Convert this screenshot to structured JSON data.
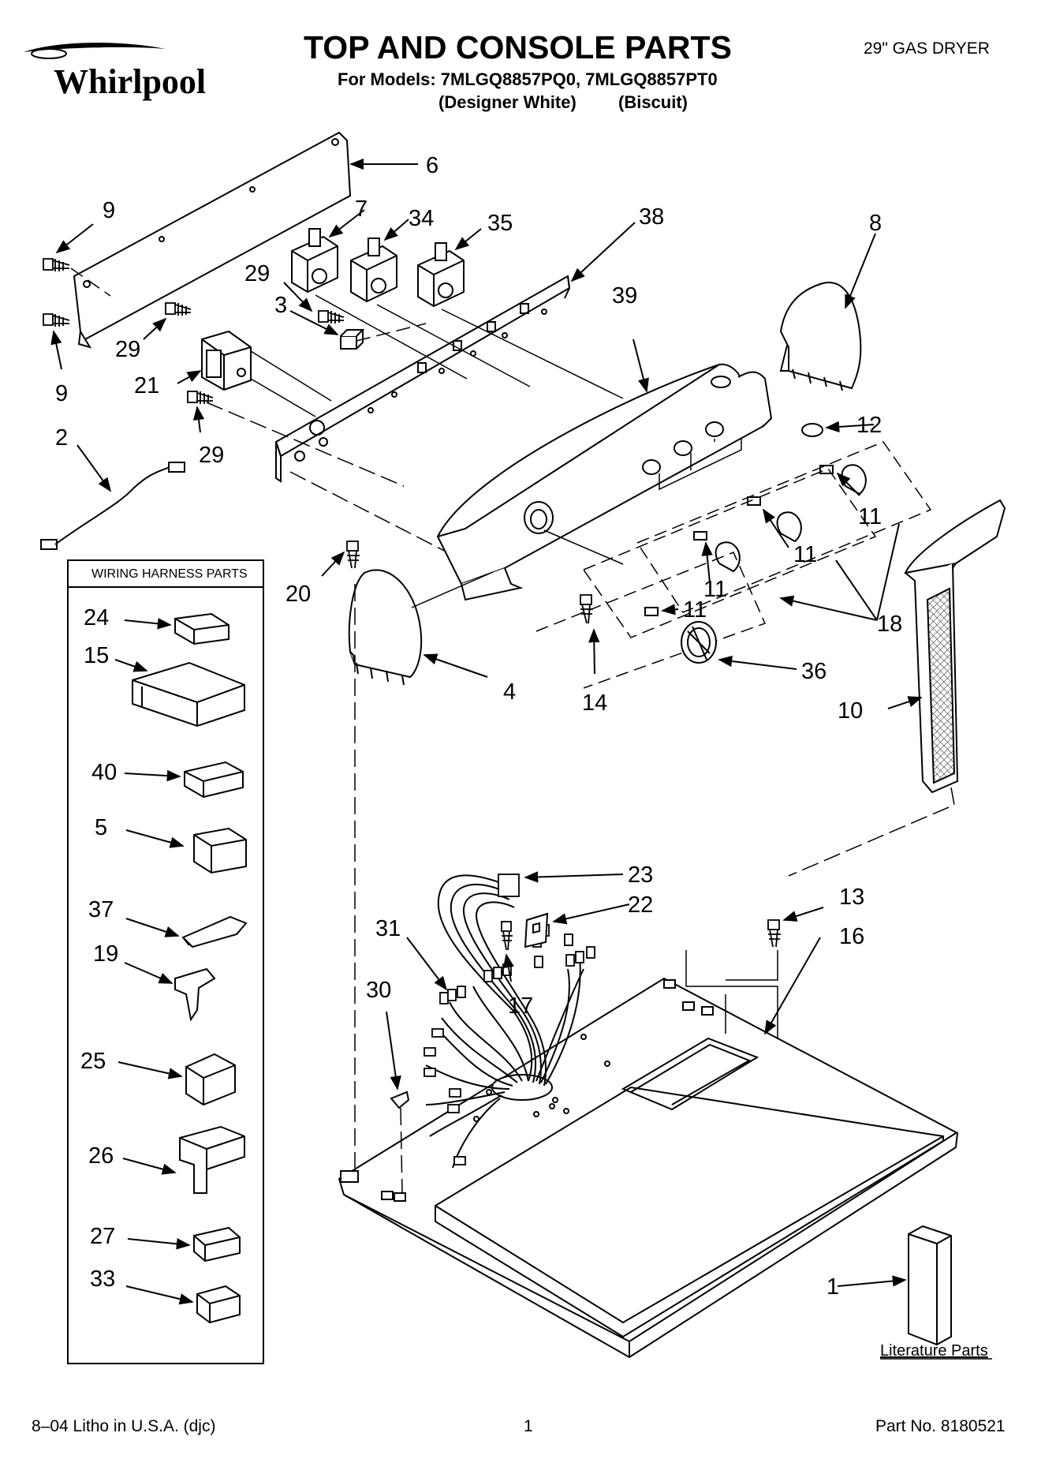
{
  "header": {
    "brand": "Whirlpool",
    "title": "TOP AND CONSOLE PARTS",
    "models_line": "For Models: 7MLGQ8857PQ0, 7MLGQ8857PT0",
    "variant_1": "(Designer White)",
    "variant_2": "(Biscuit)",
    "product": "29\" GAS DRYER"
  },
  "harness_box": {
    "title": "WIRING HARNESS PARTS"
  },
  "literature_label": "Literature Parts",
  "footer": {
    "litho": "8–04 Litho in U.S.A. (djc)",
    "page": "1",
    "part_no": "Part No. 8180521"
  },
  "callouts": {
    "c6": "6",
    "c9a": "9",
    "c7": "7",
    "c34": "34",
    "c35": "35",
    "c38": "38",
    "c8": "8",
    "c29a": "29",
    "c3": "3",
    "c39": "39",
    "c29b": "29",
    "c9b": "9",
    "c21": "21",
    "c12": "12",
    "c2": "2",
    "c29c": "29",
    "c11a": "11",
    "c11b": "11",
    "c11c": "11",
    "c11d": "11",
    "c18": "18",
    "c20": "20",
    "c4": "4",
    "c14": "14",
    "c36": "36",
    "c10": "10",
    "c24": "24",
    "c15": "15",
    "c40": "40",
    "c5": "5",
    "c37": "37",
    "c19": "19",
    "c25": "25",
    "c26": "26",
    "c27": "27",
    "c33": "33",
    "c23": "23",
    "c22": "22",
    "c13": "13",
    "c16": "16",
    "c31": "31",
    "c30": "30",
    "c17": "17",
    "c1": "1"
  }
}
